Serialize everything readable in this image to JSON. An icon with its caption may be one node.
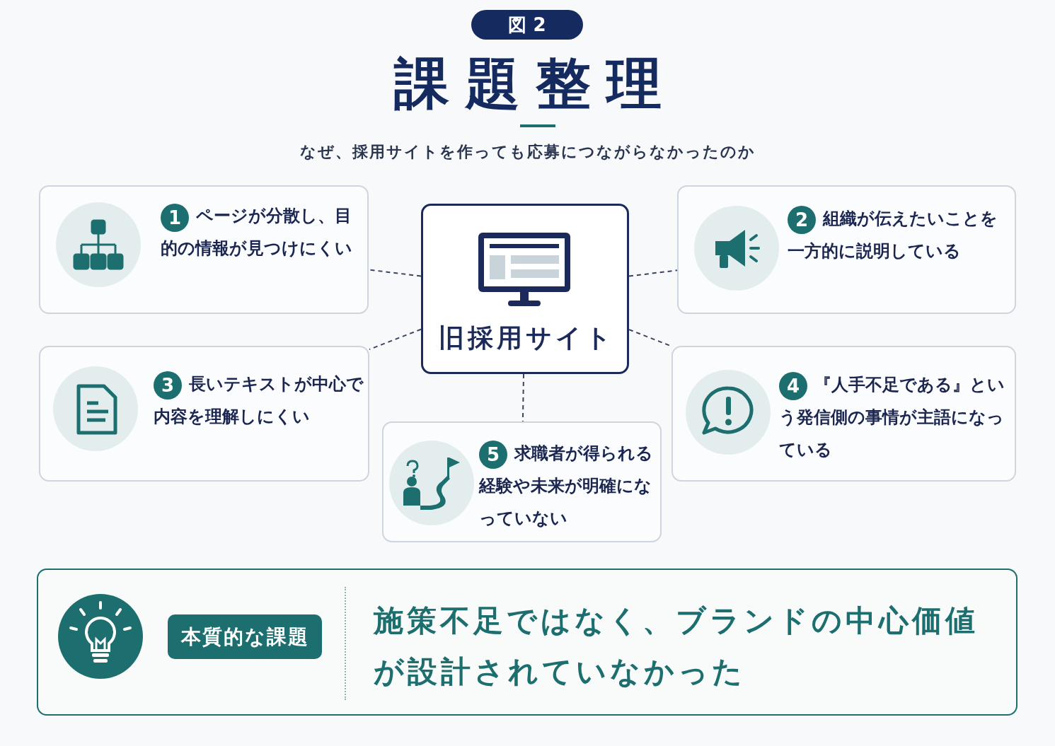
{
  "diagram": {
    "title": "課題整理",
    "nodes": [
      {
        "text": [
          "旧採用サイト"
        ]
      },
      {
        "text": [
          "1",
          "ページが分散し、目的の情報が見つけにくい"
        ]
      },
      {
        "text": [
          "2",
          "組織が伝えたいことを一方的に説明している"
        ]
      },
      {
        "text": [
          "3",
          "長いテキストが中心で内容を理解しにくい"
        ]
      },
      {
        "text": [
          "4",
          "『人手不足である』という発信側の事情が主語になっている"
        ]
      },
      {
        "text": [
          "5",
          "求職者が得られる経験や未来が明確になっていない"
        ]
      },
      {
        "text": [
          "本質的な課題",
          "施策不足ではなく、ブランドの中心価値が設計されていなかった"
        ]
      }
    ],
    "edges": [
      {
        "from": 0,
        "to": 1,
        "arrow": "none",
        "style": "dashed"
      },
      {
        "from": 0,
        "to": 2,
        "arrow": "none",
        "style": "dashed"
      },
      {
        "from": 0,
        "to": 3,
        "arrow": "none",
        "style": "dashed"
      },
      {
        "from": 0,
        "to": 4,
        "arrow": "none",
        "style": "dashed"
      },
      {
        "from": 0,
        "to": 5,
        "arrow": "none",
        "style": "dashed"
      }
    ],
    "labels": [
      "図 2",
      "なぜ、採用サイトを作っても応募につながらなかったのか"
    ]
  }
}
